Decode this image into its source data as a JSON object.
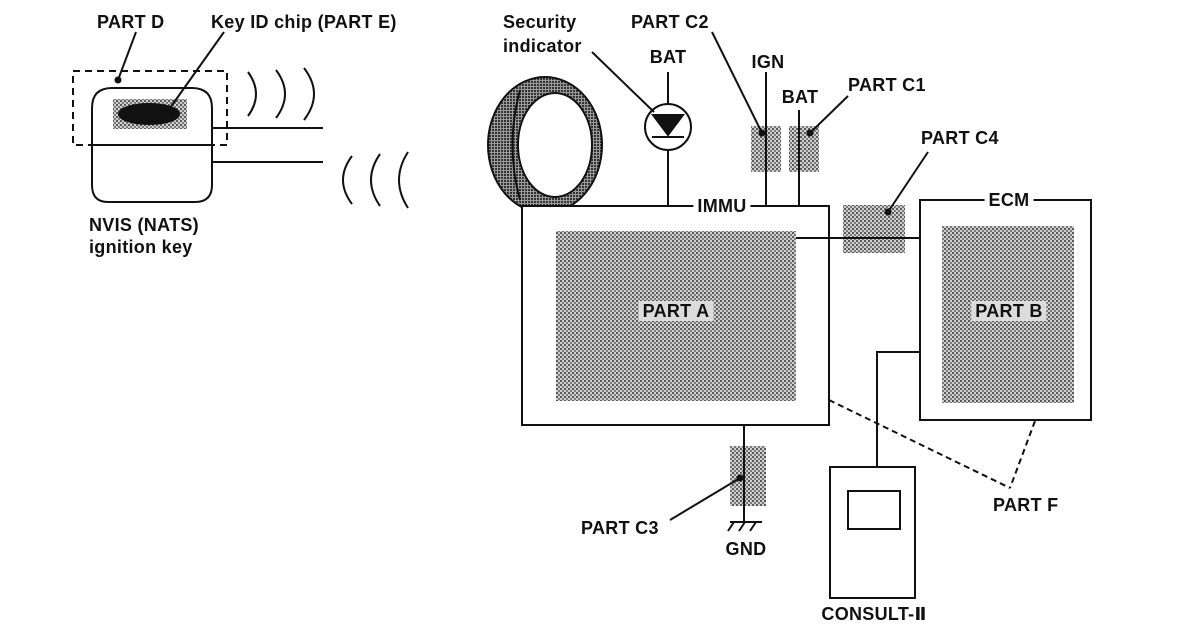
{
  "labels": {
    "part_d": "PART D",
    "part_e": "Key ID chip (PART E)",
    "key_line1": "NVIS (NATS)",
    "key_line2": "ignition key",
    "security_line1": "Security",
    "security_line2": "indicator",
    "bat_indicator": "BAT",
    "part_c2": "PART C2",
    "ign": "IGN",
    "bat_c1": "BAT",
    "part_c1": "PART C1",
    "part_c4": "PART C4",
    "immu": "IMMU",
    "ecm": "ECM",
    "part_a": "PART A",
    "part_b": "PART B",
    "part_c3": "PART C3",
    "gnd": "GND",
    "part_f": "PART F",
    "consult": "CONSULT-Ⅱ"
  },
  "colors": {
    "ink": "#111111",
    "hatch": "#8a8a8a",
    "background": "#ffffff"
  }
}
